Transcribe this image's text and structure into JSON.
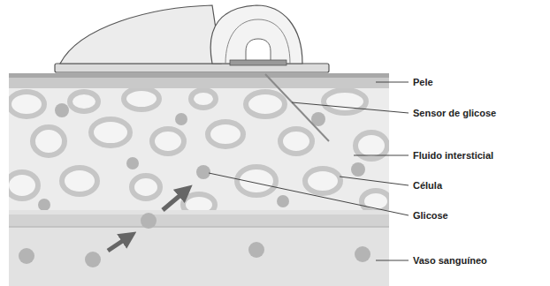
{
  "diagram": {
    "labels": [
      "Pele",
      "Sensor de glicose",
      "Fluido intersticial",
      "Célula",
      "Glicose",
      "Vaso sanguíneo"
    ]
  }
}
